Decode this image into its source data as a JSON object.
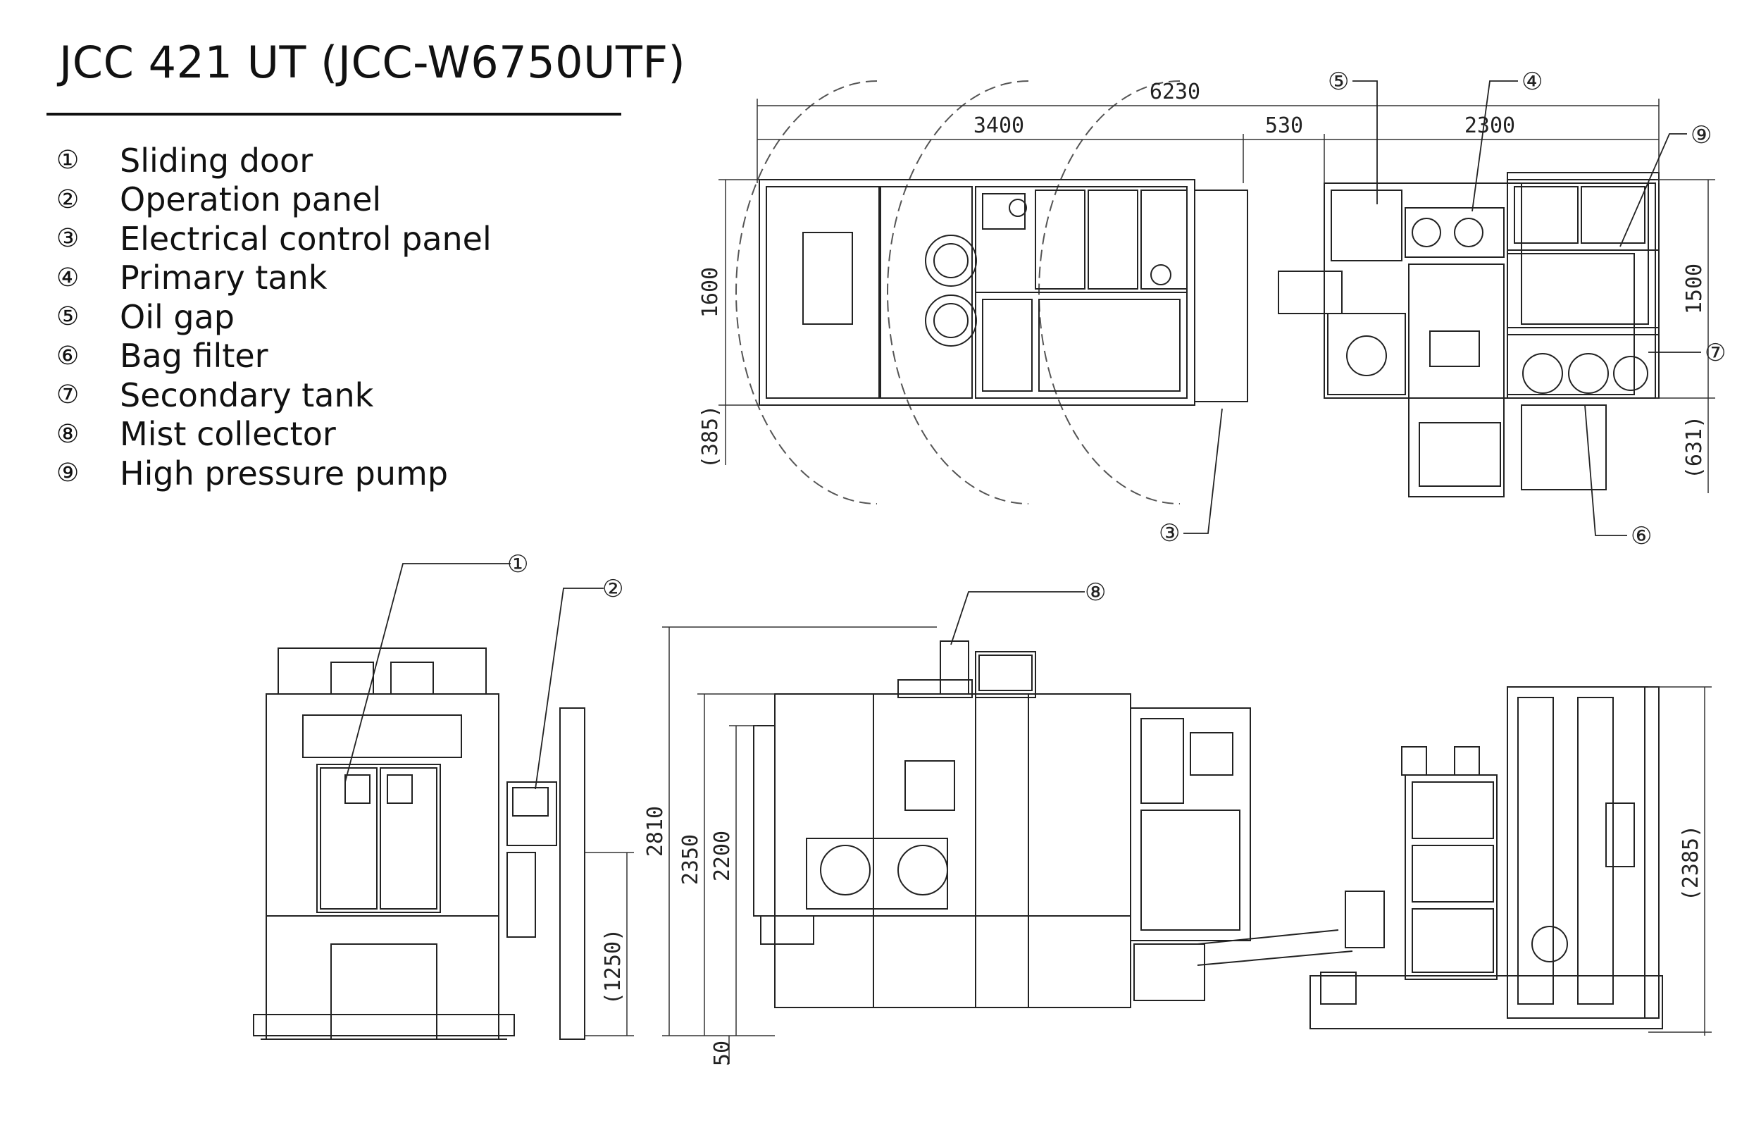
{
  "title": "JCC 421 UT (JCC-W6750UTF)",
  "legend": [
    {
      "num": "①",
      "label": "Sliding door"
    },
    {
      "num": "②",
      "label": "Operation panel"
    },
    {
      "num": "③",
      "label": "Electrical control panel"
    },
    {
      "num": "④",
      "label": "Primary tank"
    },
    {
      "num": "⑤",
      "label": "Oil gap"
    },
    {
      "num": "⑥",
      "label": "Bag filter"
    },
    {
      "num": "⑦",
      "label": "Secondary tank"
    },
    {
      "num": "⑧",
      "label": "Mist collector"
    },
    {
      "num": "⑨",
      "label": "High pressure pump"
    }
  ],
  "dimensions": {
    "top_overall": "6230",
    "top_machine": "3400",
    "top_gap": "530",
    "top_tank": "2300",
    "top_depth_machine": "1600",
    "top_depth_machine_extra": "(385)",
    "top_depth_tank": "1500",
    "top_depth_tank_extra": "(631)",
    "side_height_overall": "2810",
    "side_height_body": "2350",
    "side_height_door": "2200",
    "side_base": "50",
    "front_panel_height": "(1250)",
    "tank_height": "(2385)"
  }
}
